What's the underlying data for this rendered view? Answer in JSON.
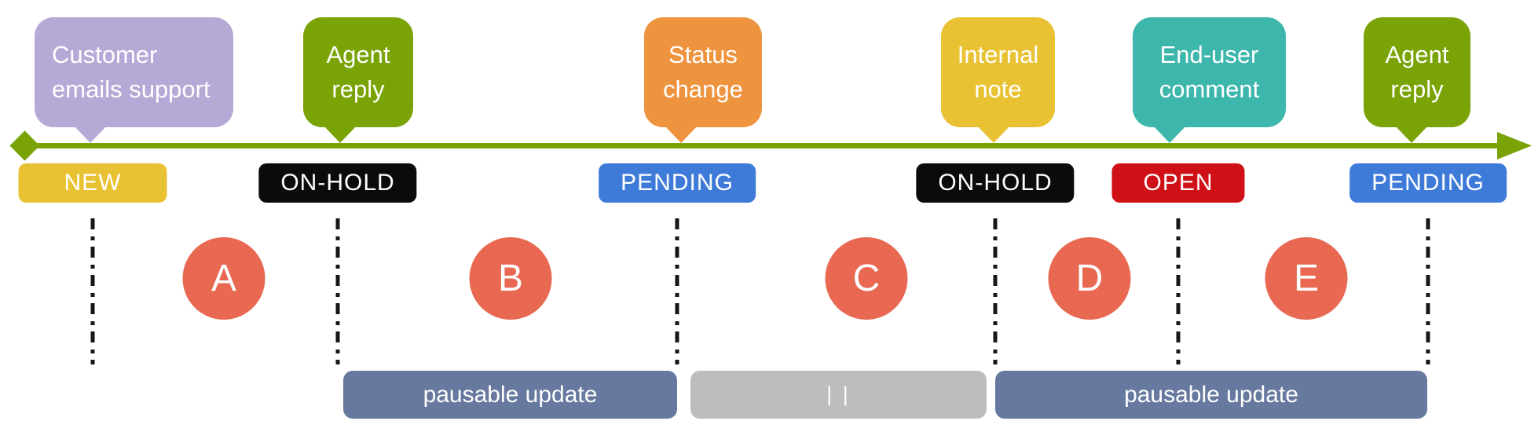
{
  "canvas": {
    "background": "#ffffff"
  },
  "timeline": {
    "color": "#7aa306",
    "start_marker": "diamond",
    "end_marker": "arrow-right"
  },
  "events": [
    {
      "bubble": {
        "lines": [
          "Customer",
          "emails support"
        ],
        "color": "#b6a9d6",
        "text_color": "#ffffff"
      },
      "badge": {
        "label": "NEW",
        "color": "#e9c234",
        "text_color": "#ffffff"
      }
    },
    {
      "bubble": {
        "lines": [
          "Agent",
          "reply"
        ],
        "color": "#7aa306",
        "text_color": "#ffffff"
      },
      "badge": {
        "label": "ON-HOLD",
        "color": "#0b0b0b",
        "text_color": "#ffffff"
      }
    },
    {
      "bubble": {
        "lines": [
          "Status",
          "change"
        ],
        "color": "#ef943e",
        "text_color": "#ffffff"
      },
      "badge": {
        "label": "PENDING",
        "color": "#3e7bd9",
        "text_color": "#ffffff"
      }
    },
    {
      "bubble": {
        "lines": [
          "Internal",
          "note"
        ],
        "color": "#e9c234",
        "text_color": "#ffffff"
      },
      "badge": {
        "label": "ON-HOLD",
        "color": "#0b0b0b",
        "text_color": "#ffffff"
      }
    },
    {
      "bubble": {
        "lines": [
          "End-user",
          "comment"
        ],
        "color": "#3db6ac",
        "text_color": "#ffffff"
      },
      "badge": {
        "label": "OPEN",
        "color": "#cf1016",
        "text_color": "#ffffff"
      }
    },
    {
      "bubble": {
        "lines": [
          "Agent",
          "reply"
        ],
        "color": "#7aa306",
        "text_color": "#ffffff"
      },
      "badge": {
        "label": "PENDING",
        "color": "#3e7bd9",
        "text_color": "#ffffff"
      }
    }
  ],
  "markers": {
    "color": "#e86852",
    "text_color": "#ffffff",
    "items": [
      {
        "label": "A"
      },
      {
        "label": "B"
      },
      {
        "label": "C"
      },
      {
        "label": "D"
      },
      {
        "label": "E"
      }
    ]
  },
  "bars": [
    {
      "label": "pausable update",
      "color": "#67799e",
      "text_color": "#ffffff"
    },
    {
      "label": "| |",
      "color": "#bdbdbd",
      "text_color": "#ffffff",
      "icon": "pause-icon"
    },
    {
      "label": "pausable update",
      "color": "#67799e",
      "text_color": "#ffffff"
    }
  ]
}
